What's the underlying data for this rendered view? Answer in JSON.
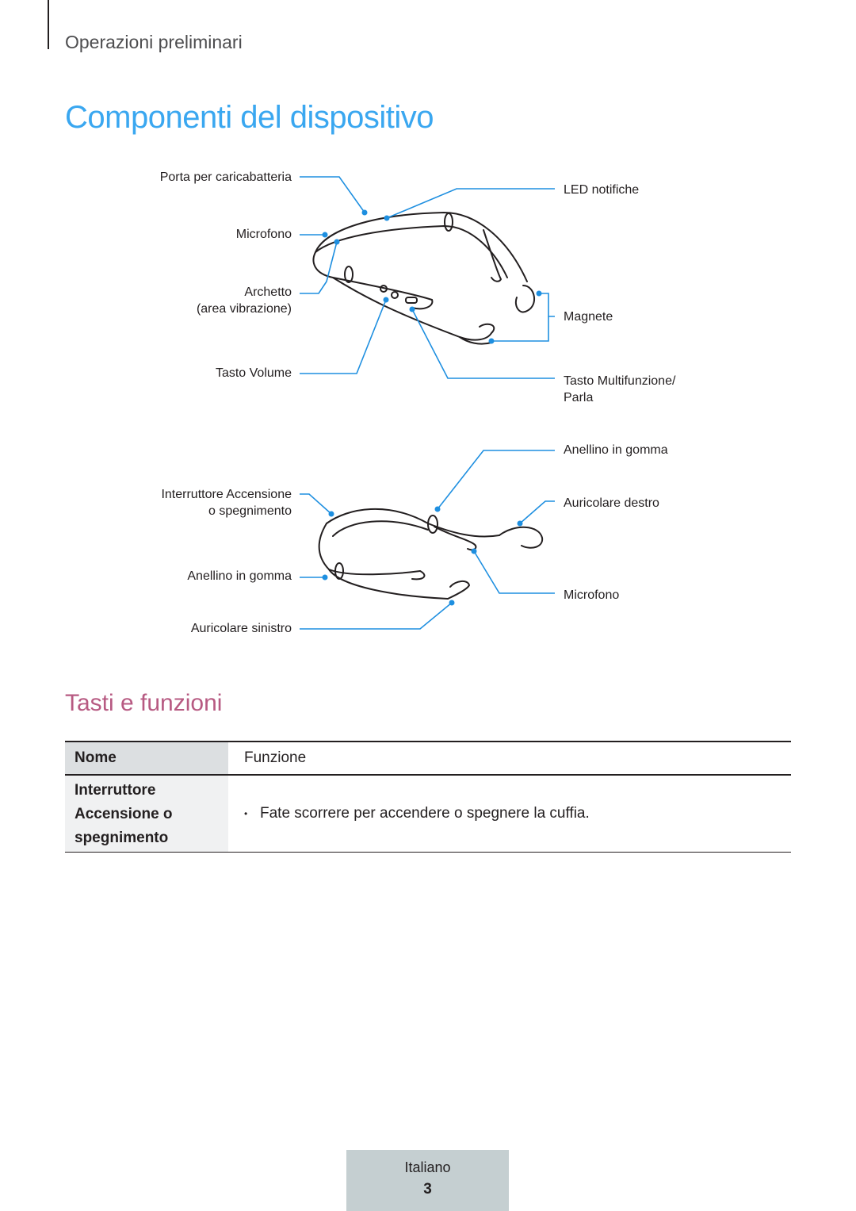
{
  "header": {
    "section": "Operazioni preliminari"
  },
  "title": "Componenti del dispositivo",
  "diagram": {
    "top_labels": {
      "charging_port": "Porta per caricabatteria",
      "microphone": "Microfono",
      "neckband_line1": "Archetto",
      "neckband_line2": "(area vibrazione)",
      "volume_key": "Tasto Volume",
      "led": "LED notifiche",
      "magnet": "Magnete",
      "multifunction_line1": "Tasto Multifunzione/",
      "multifunction_line2": "Parla"
    },
    "bottom_labels": {
      "power_switch_line1": "Interruttore Accensione",
      "power_switch_line2": "o spegnimento",
      "rubber_ring_left": "Anellino in gomma",
      "left_earbud": "Auricolare sinistro",
      "rubber_ring_right": "Anellino in gomma",
      "right_earbud": "Auricolare destro",
      "microphone": "Microfono"
    },
    "colors": {
      "callout": "#1e8fe0",
      "device": "#231f20"
    }
  },
  "subtitle": "Tasti e funzioni",
  "table": {
    "headers": [
      "Nome",
      "Funzione"
    ],
    "rows": [
      {
        "name_lines": [
          "Interruttore",
          "Accensione o",
          "spegnimento"
        ],
        "function": "Fate scorrere per accendere o spegnere la cuffia."
      }
    ]
  },
  "footer": {
    "language": "Italiano",
    "page": "3"
  },
  "colors": {
    "title": "#3aa7f0",
    "subtitle": "#b75a82",
    "footer_bg": "#c5cfd1"
  }
}
